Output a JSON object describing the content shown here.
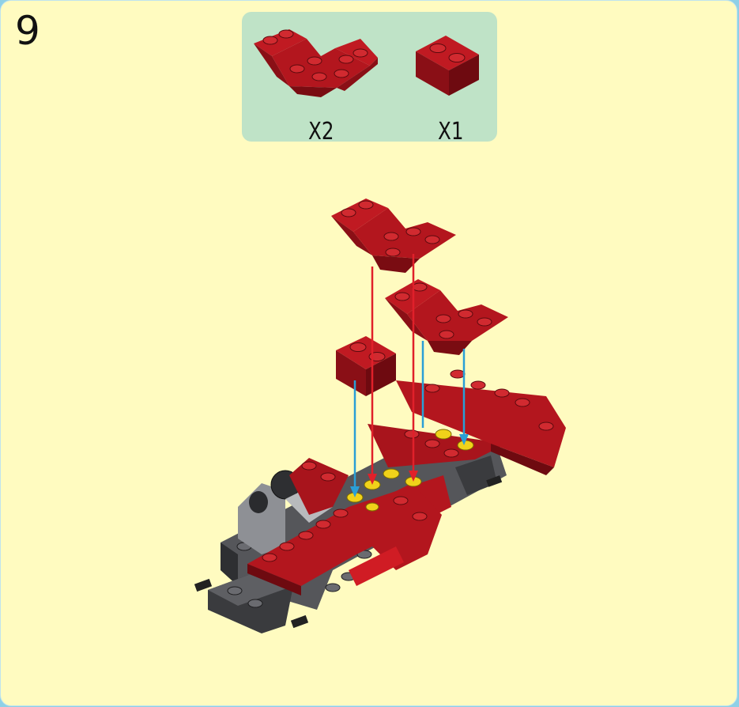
{
  "step": {
    "number": "9"
  },
  "parts": [
    {
      "name": "inverted-slope-2x4",
      "quantity": "X2",
      "color": "#a8141c"
    },
    {
      "name": "brick-1x2",
      "quantity": "X1",
      "color": "#a8141c"
    }
  ],
  "colors": {
    "background": "#fffbc0",
    "frame": "#8fd0e6",
    "parts_panel": "#bfe3c7",
    "brick_red": "#a8141c",
    "dark_gray": "#4a4a4e",
    "placement_dot": "#f0d21a",
    "arrow_red": "#e0202a",
    "arrow_blue": "#2a9fd6"
  }
}
